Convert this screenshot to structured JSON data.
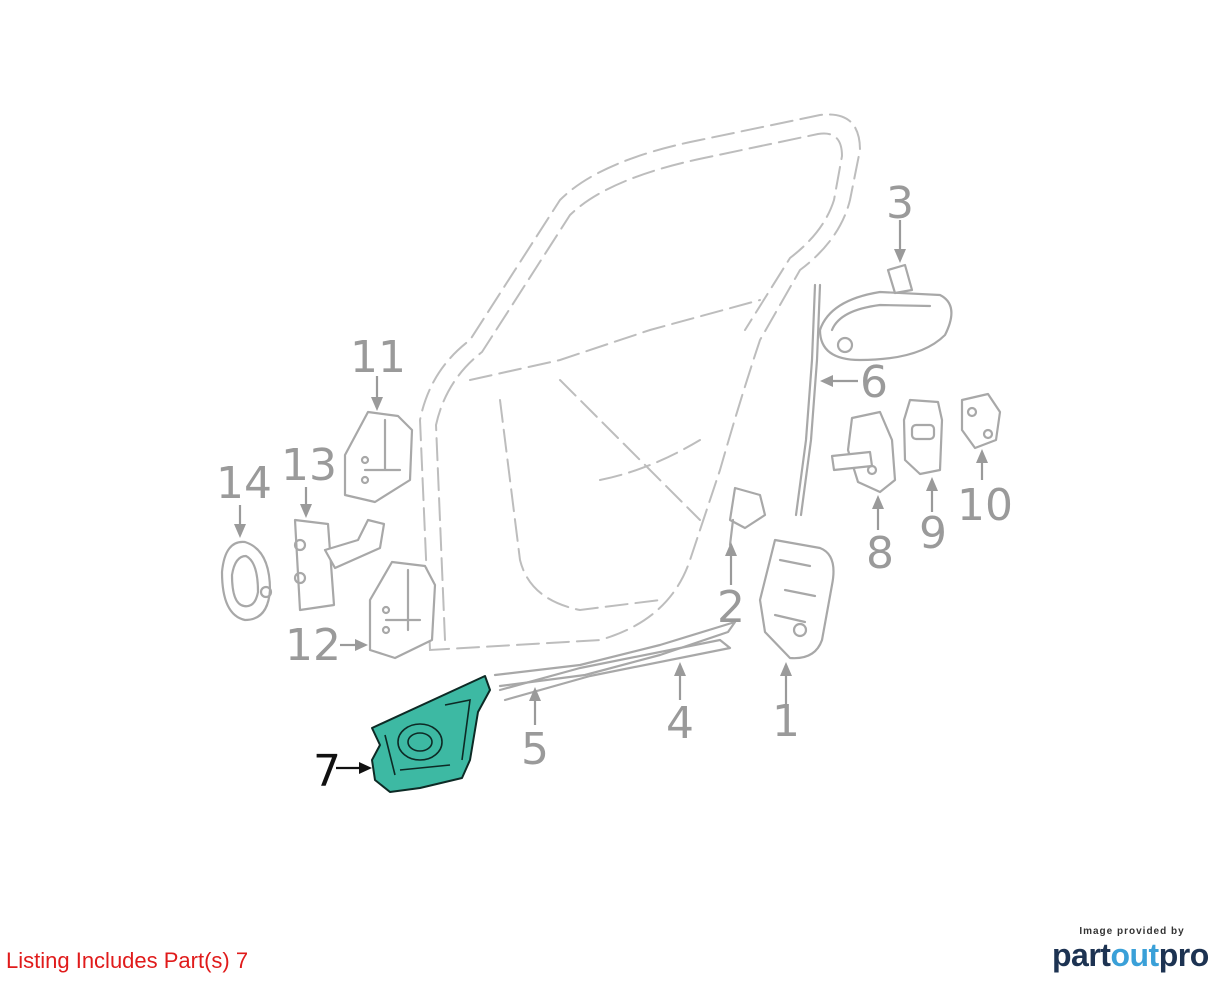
{
  "diagram": {
    "parts": [
      {
        "number": "1",
        "selected": false
      },
      {
        "number": "2",
        "selected": false
      },
      {
        "number": "3",
        "selected": false
      },
      {
        "number": "4",
        "selected": false
      },
      {
        "number": "5",
        "selected": false
      },
      {
        "number": "6",
        "selected": false
      },
      {
        "number": "7",
        "selected": true
      },
      {
        "number": "8",
        "selected": false
      },
      {
        "number": "9",
        "selected": false
      },
      {
        "number": "10",
        "selected": false
      },
      {
        "number": "11",
        "selected": false
      },
      {
        "number": "12",
        "selected": false
      },
      {
        "number": "13",
        "selected": false
      },
      {
        "number": "14",
        "selected": false
      }
    ],
    "highlight_color": "#3db9a3",
    "callout_color": "#9a9a9a"
  },
  "footer": {
    "listing_text": "Listing Includes Part(s) 7",
    "listing_color": "#e01b1b",
    "credit_caption": "Image provided by",
    "brand_part": "part",
    "brand_out": "out",
    "brand_pro": "pro"
  }
}
